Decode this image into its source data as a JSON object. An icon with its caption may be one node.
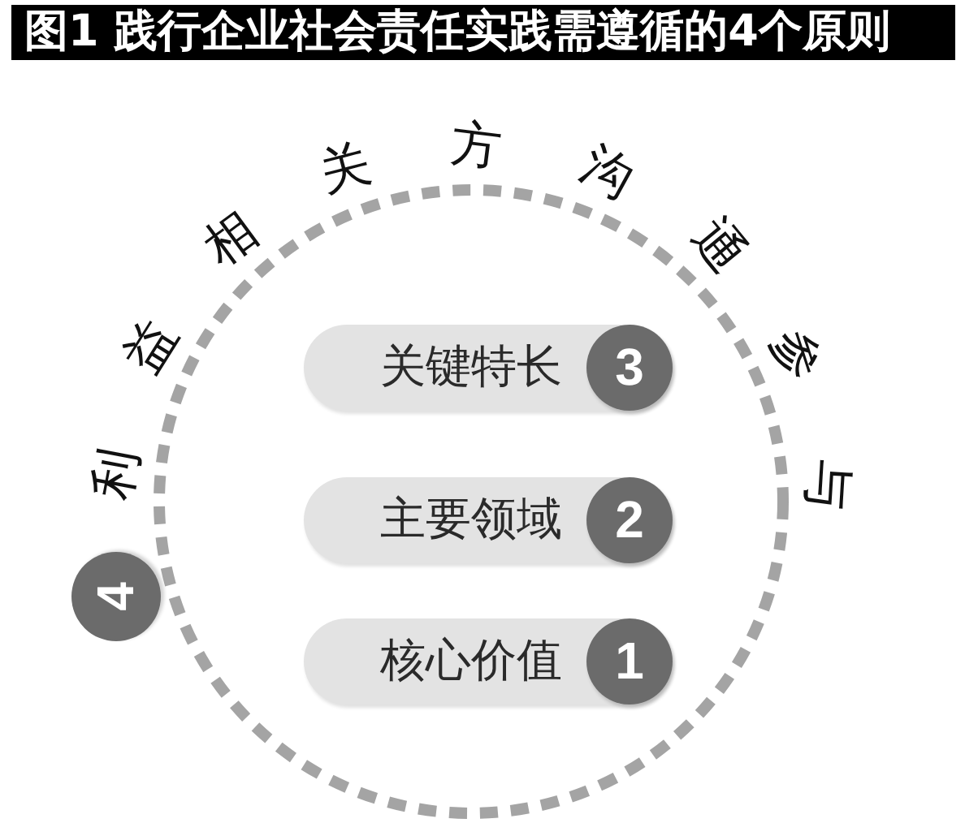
{
  "diagram": {
    "title": "图1 践行企业社会责任实践需遵循的4个原则",
    "nodes": [
      {
        "text": [
          "利益相关方沟通参与"
        ]
      },
      {
        "text": [
          "关键特长",
          "3"
        ],
        "in": 0
      },
      {
        "text": [
          "主要领域",
          "2"
        ],
        "in": 0
      },
      {
        "text": [
          "核心价值",
          "1"
        ],
        "in": 0
      },
      {
        "text": [
          "4"
        ]
      }
    ]
  }
}
